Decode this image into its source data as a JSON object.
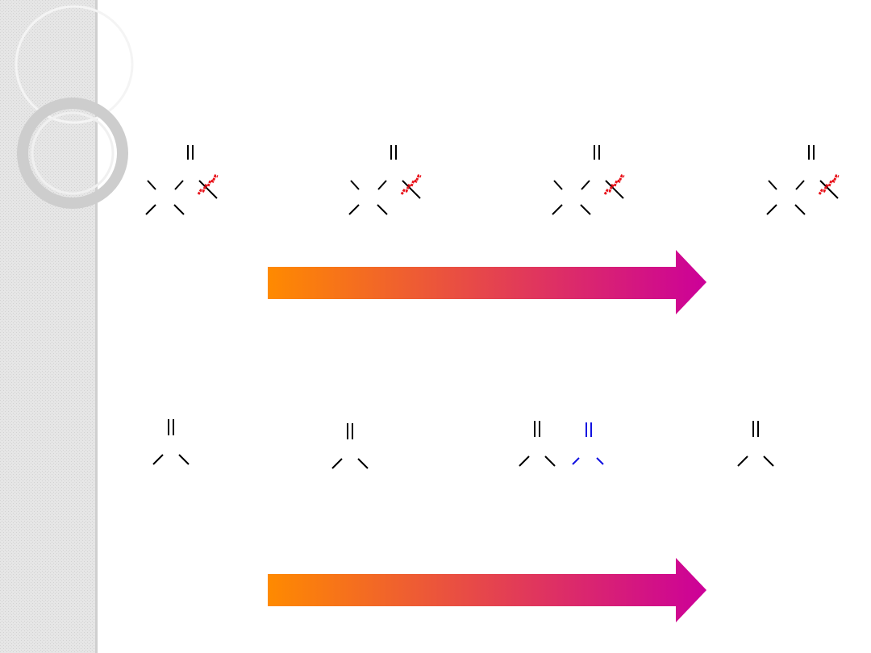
{
  "slide": {
    "background": "#ffffff",
    "sidebar_color": "#e3e3e3",
    "sidebar_divider_color": "#c9c9c9",
    "ring_color": "#d8d8d8"
  },
  "colors": {
    "bond": "#000000",
    "broken_bond": "#e8141c",
    "highlight_fragment": "#1010e0",
    "arrow_start": "#ff8a00",
    "arrow_end": "#cc0099"
  },
  "top_row": {
    "structures": [
      {
        "id": "s1",
        "broken_bond": true
      },
      {
        "id": "s2",
        "broken_bond": true
      },
      {
        "id": "s3",
        "broken_bond": true
      },
      {
        "id": "s4",
        "broken_bond": true
      }
    ]
  },
  "bottom_row": {
    "structures": [
      {
        "id": "b1",
        "blue_fragment": false
      },
      {
        "id": "b2",
        "blue_fragment": false
      },
      {
        "id": "b3",
        "blue_fragment": true
      },
      {
        "id": "b4",
        "blue_fragment": false
      }
    ]
  },
  "arrows": [
    {
      "id": "arrow-top",
      "direction": "right"
    },
    {
      "id": "arrow-bottom",
      "direction": "right"
    }
  ]
}
